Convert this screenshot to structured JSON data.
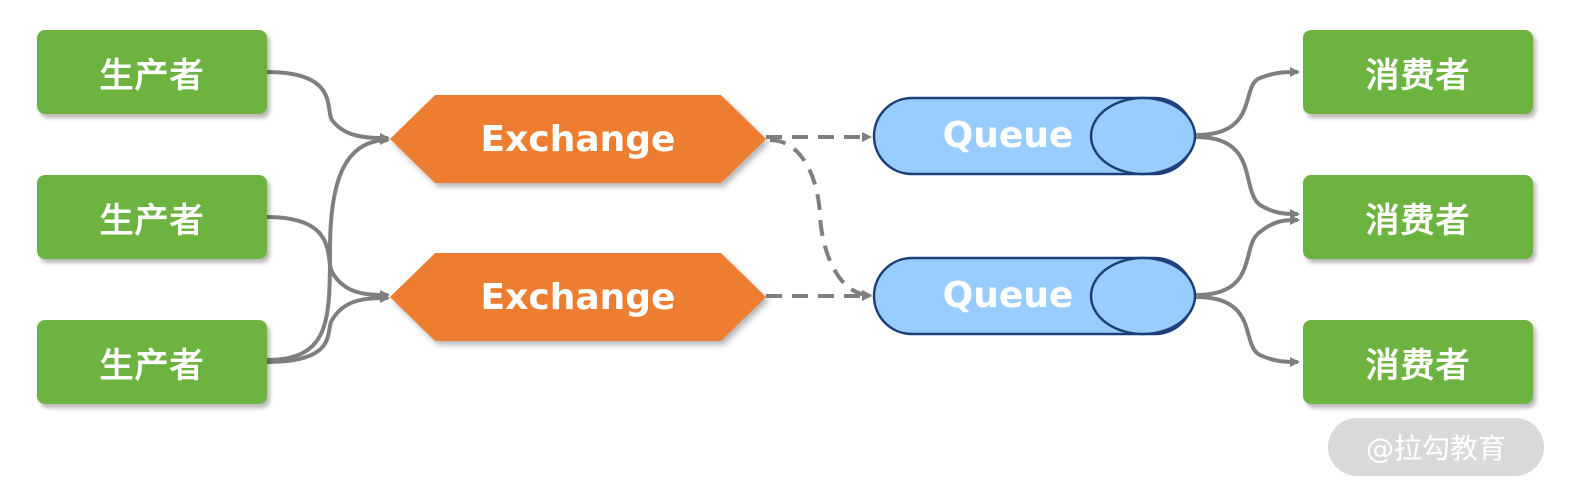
{
  "producers": [
    "生产者",
    "生产者",
    "生产者"
  ],
  "exchanges": [
    "Exchange",
    "Exchange"
  ],
  "queues": [
    "Queue",
    "Queue"
  ],
  "consumers": [
    "消费者",
    "消费者",
    "消费者"
  ],
  "watermark": "@拉勾教育",
  "colors": {
    "producer": "#6db33f",
    "consumer": "#6db33f",
    "exchange": "#ed7d31",
    "queue_fill": "#99cdff",
    "queue_stroke": "#1f3f7a",
    "arrow": "#7f7f7f",
    "watermark_bg": "#d9d9d9"
  }
}
